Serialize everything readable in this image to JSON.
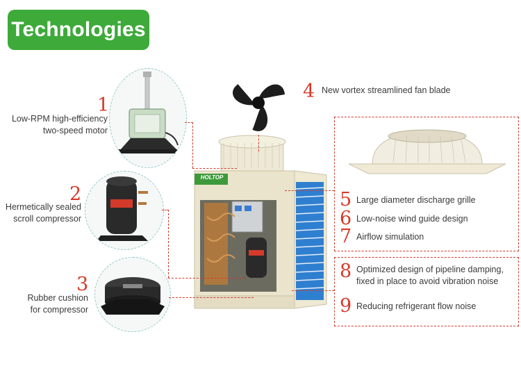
{
  "title": "Technologies",
  "unit_brand": "HOLTOP",
  "colors": {
    "title_bg": "#3daa3a",
    "number": "#d63a2a",
    "dash": "#d23a2a",
    "circle_border": "#8fc9c6",
    "coil": "#2f7fd0"
  },
  "features": [
    {
      "number": "1",
      "label_line1": "Low-RPM high-efficiency",
      "label_line2": "two-speed motor"
    },
    {
      "number": "2",
      "label_line1": "Hermetically sealed",
      "label_line2": "scroll compressor"
    },
    {
      "number": "3",
      "label_line1": "Rubber cushion",
      "label_line2": "for compressor"
    },
    {
      "number": "4",
      "label": "New vortex streamlined fan blade"
    },
    {
      "number": "5",
      "label": "Large diameter discharge grille"
    },
    {
      "number": "6",
      "label": "Low-noise wind guide design"
    },
    {
      "number": "7",
      "label": "Airflow simulation"
    },
    {
      "number": "8",
      "label_line1": "Optimized design of pipeline damping,",
      "label_line2": "fixed in place to avoid vibration noise"
    },
    {
      "number": "9",
      "label": "Reducing refrigerant flow noise"
    }
  ]
}
